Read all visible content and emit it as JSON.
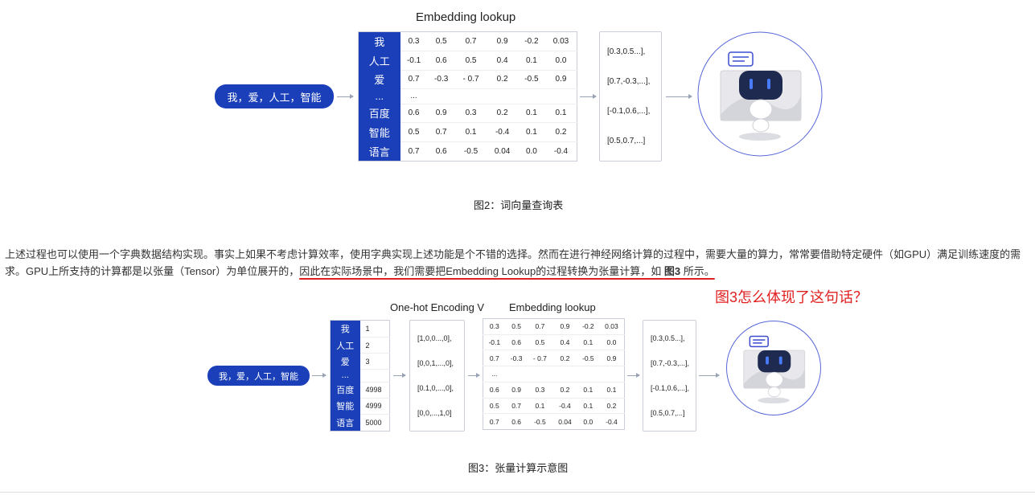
{
  "fig2": {
    "title": "Embedding lookup",
    "input_label": "我，爱，人工，智能",
    "table": [
      {
        "word": "我",
        "v": [
          "0.3",
          "0.5",
          "0.7",
          "0.9",
          "-0.2",
          "0.03"
        ]
      },
      {
        "word": "人工",
        "v": [
          "-0.1",
          "0.6",
          "0.5",
          "0.4",
          "0.1",
          "0.0"
        ]
      },
      {
        "word": "爱",
        "v": [
          "0.7",
          "-0.3",
          "- 0.7",
          "0.2",
          "-0.5",
          "0.9"
        ]
      },
      {
        "word": "...",
        "v": [
          "...",
          "",
          "",
          "",
          "",
          ""
        ]
      },
      {
        "word": "百度",
        "v": [
          "0.6",
          "0.9",
          "0.3",
          "0.2",
          "0.1",
          "0.1"
        ]
      },
      {
        "word": "智能",
        "v": [
          "0.5",
          "0.7",
          "0.1",
          "-0.4",
          "0.1",
          "0.2"
        ]
      },
      {
        "word": "语言",
        "v": [
          "0.7",
          "0.6",
          "-0.5",
          "0.04",
          "0.0",
          "-0.4"
        ]
      }
    ],
    "output_vectors": [
      "[0.3,0.5...],",
      "[0.7,-0.3,...],",
      "[-0.1,0.6,...],",
      "[0.5,0.7,...]"
    ],
    "caption": "图2：词向量查询表"
  },
  "paragraph": {
    "before": "上述过程也可以使用一个字典数据结构实现。事实上如果不考虑计算效率，使用字典实现上述功能是个不错的选择。然而在进行神经网络计算的过程中，需要大量的算力，常常要借助特定硬件（如GPU）满足训练速度的需求。GPU上所支持的计算都是以张量（Tensor）为单位展开的，",
    "highlight": "因此在实际场景中，我们需要把Embedding Lookup的过程转换为张量计算，如 ",
    "bold": "图3",
    "after": " 所示。"
  },
  "annotation": "图3怎么体现了这句话？",
  "fig3": {
    "title_onehot": "One-hot Encoding V",
    "title_embedding": "Embedding lookup",
    "input_label": "我，爱，人工，智能",
    "vocab": [
      {
        "word": "我",
        "id": "1"
      },
      {
        "word": "人工",
        "id": "2"
      },
      {
        "word": "爱",
        "id": "3"
      },
      {
        "word": "...",
        "id": ""
      },
      {
        "word": "百度",
        "id": "4998"
      },
      {
        "word": "智能",
        "id": "4999"
      },
      {
        "word": "语言",
        "id": "5000"
      }
    ],
    "onehot_vectors": [
      "[1,0,0...,0],",
      "[0,0,1,...,0],",
      "[0.1,0,...,0],",
      "[0,0,...,1,0]"
    ],
    "matrix": [
      [
        "0.3",
        "0.5",
        "0.7",
        "0.9",
        "-0.2",
        "0.03"
      ],
      [
        "-0.1",
        "0.6",
        "0.5",
        "0.4",
        "0.1",
        "0.0"
      ],
      [
        "0.7",
        "-0.3",
        "- 0.7",
        "0.2",
        "-0.5",
        "0.9"
      ],
      [
        "...",
        "",
        "",
        "",
        "",
        ""
      ],
      [
        "0.6",
        "0.9",
        "0.3",
        "0.2",
        "0.1",
        "0.1"
      ],
      [
        "0.5",
        "0.7",
        "0.1",
        "-0.4",
        "0.1",
        "0.2"
      ],
      [
        "0.7",
        "0.6",
        "-0.5",
        "0.04",
        "0.0",
        "-0.4"
      ]
    ],
    "output_vectors": [
      "[0.3,0.5...],",
      "[0.7,-0.3,...],",
      "[-0.1,0.6,...],",
      "[0.5,0.7,...]"
    ],
    "caption": "图3：张量计算示意图"
  },
  "colors": {
    "accent": "#1a3fb8",
    "annotation_red": "#e02020"
  }
}
